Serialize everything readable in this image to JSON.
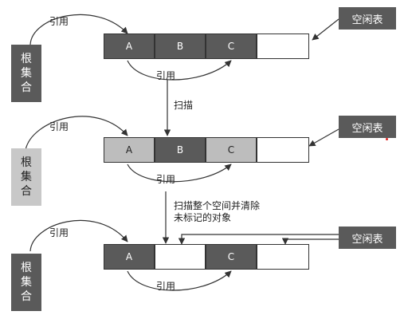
{
  "root_label": [
    "根",
    "集",
    "合"
  ],
  "reference_label": "引用",
  "free_list_label": "空闲表",
  "step1_label": "扫描",
  "step2_label_lines": [
    "扫描整个空间并清除",
    "未标记的对象"
  ],
  "panels": [
    {
      "cells": [
        {
          "text": "A",
          "fill": "dark"
        },
        {
          "text": "B",
          "fill": "dark"
        },
        {
          "text": "C",
          "fill": "dark"
        },
        {
          "text": "",
          "fill": "empty"
        }
      ]
    },
    {
      "cells": [
        {
          "text": "A",
          "fill": "mid"
        },
        {
          "text": "B",
          "fill": "dark"
        },
        {
          "text": "C",
          "fill": "mid"
        },
        {
          "text": "",
          "fill": "empty"
        }
      ]
    },
    {
      "cells": [
        {
          "text": "A",
          "fill": "dark"
        },
        {
          "text": "",
          "fill": "empty"
        },
        {
          "text": "C",
          "fill": "dark"
        },
        {
          "text": "",
          "fill": "empty"
        }
      ]
    }
  ],
  "colors": {
    "dark": "#5a5a5a",
    "mid": "#bdbdbd",
    "light_root": "#c8c8c8",
    "line": "#333333"
  }
}
